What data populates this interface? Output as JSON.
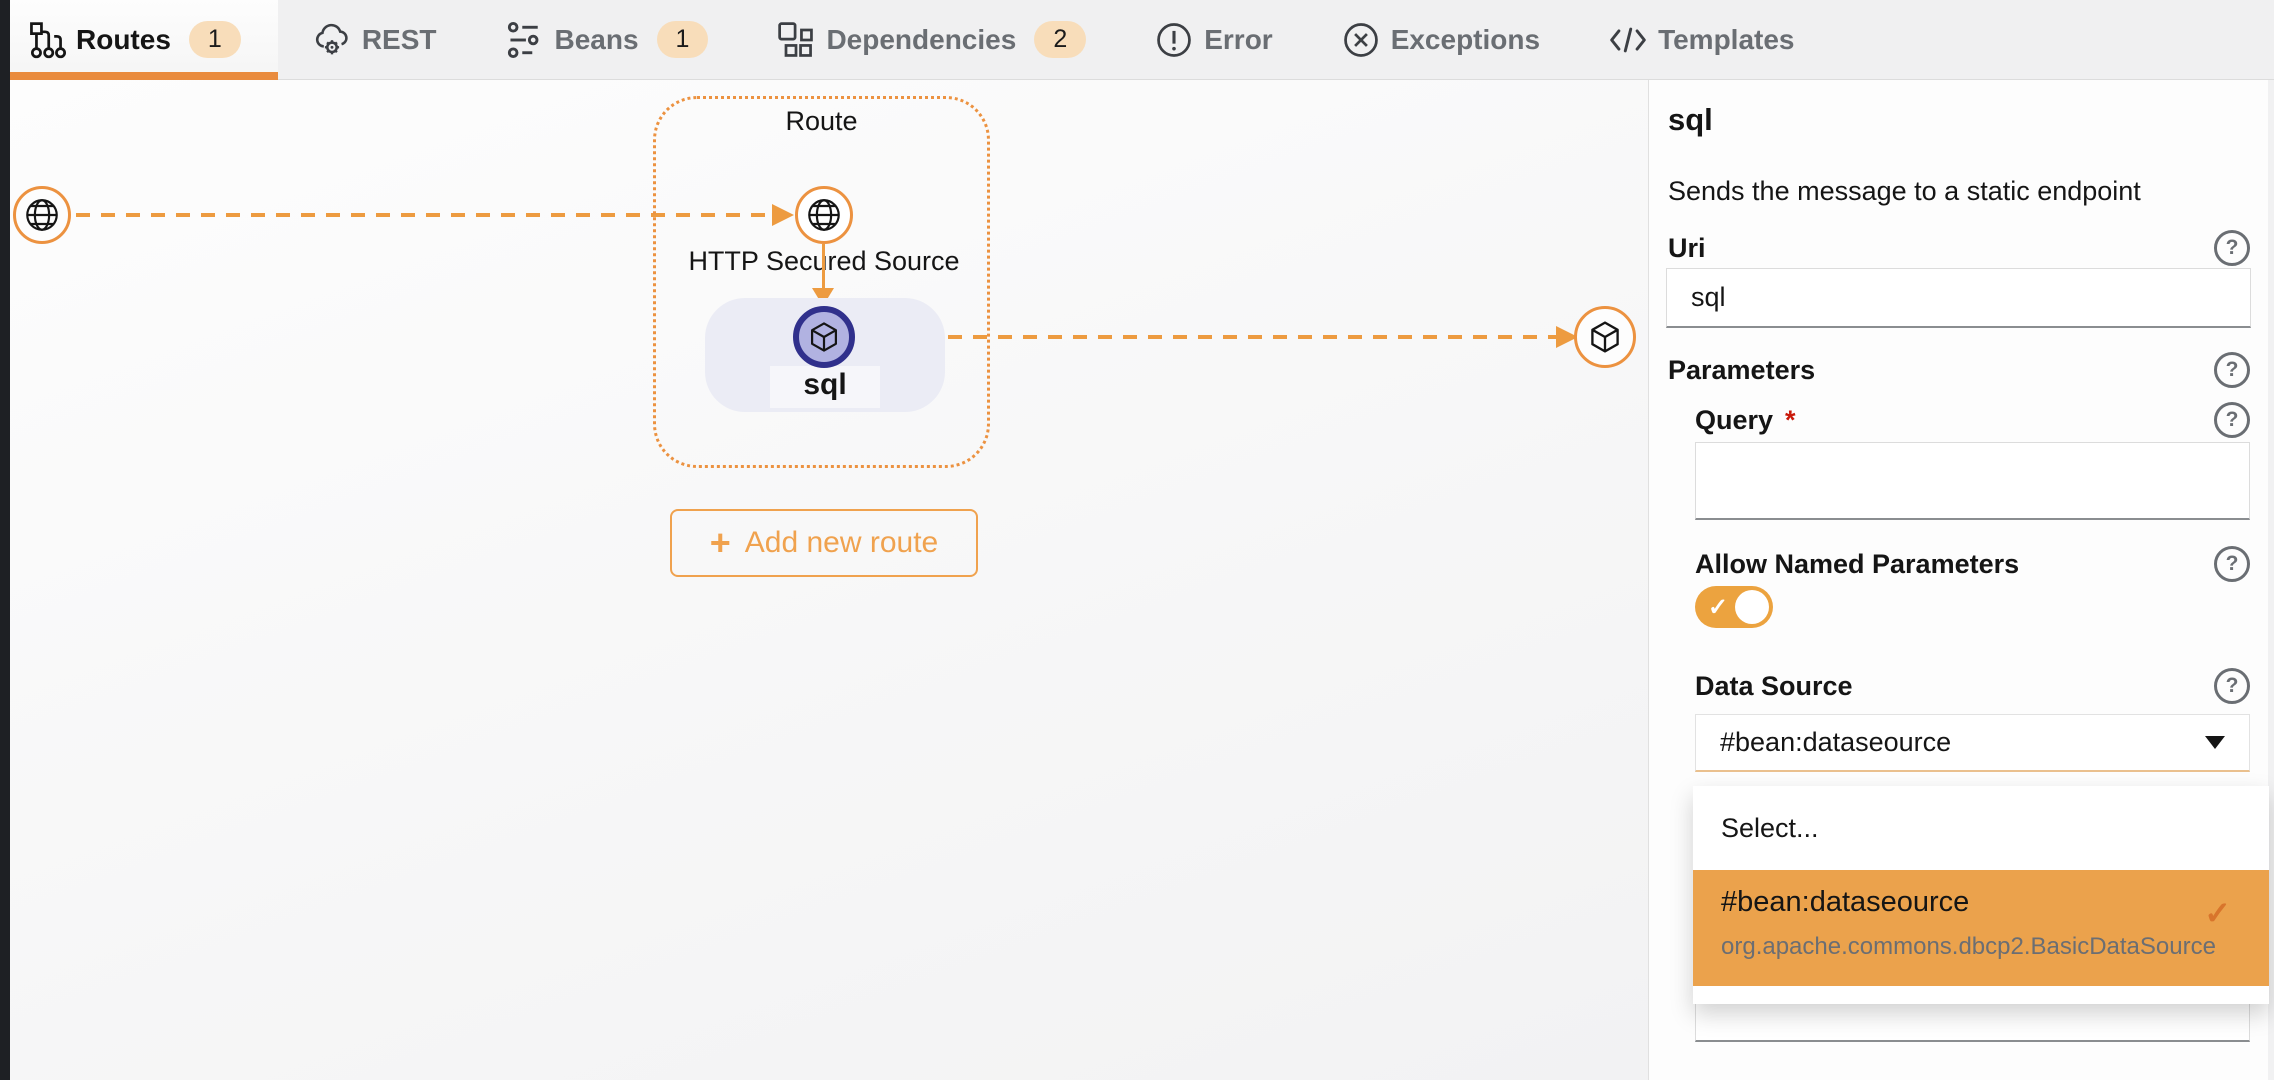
{
  "icons": {
    "help": "?",
    "check": "✓",
    "plus": "+"
  },
  "tabs": [
    {
      "label": "Routes",
      "badge": "1"
    },
    {
      "label": "REST"
    },
    {
      "label": "Beans",
      "badge": "1"
    },
    {
      "label": "Dependencies",
      "badge": "2"
    },
    {
      "label": "Error"
    },
    {
      "label": "Exceptions"
    },
    {
      "label": "Templates"
    }
  ],
  "canvas": {
    "route_group_label": "Route",
    "source_step_label": "HTTP Secured Source",
    "sql_step_label": "sql",
    "add_route_label": "Add new route"
  },
  "panel": {
    "title": "sql",
    "description": "Sends the message to a static endpoint",
    "uri": {
      "label": "Uri",
      "value": "sql"
    },
    "parameters_label": "Parameters",
    "query": {
      "label": "Query",
      "required": "*",
      "value": ""
    },
    "allow_named_parameters": {
      "label": "Allow Named Parameters",
      "enabled": true
    },
    "data_source": {
      "label": "Data Source",
      "value": "#bean:dataseource"
    },
    "dropdown": {
      "placeholder": "Select...",
      "options": [
        {
          "title": "#bean:dataseource",
          "subtitle": "org.apache.commons.dbcp2.BasicDataSource",
          "selected": true
        }
      ]
    }
  },
  "colors": {
    "accent": "#ec9240",
    "accent_light": "#f0a24e",
    "badge_bg": "#f8ddba",
    "toggle_on": "#eca33f",
    "selected_option_bg": "#eba24c",
    "node_ring": "#30308c",
    "node_fill": "#b1b2e1",
    "required": "#c9190b"
  }
}
